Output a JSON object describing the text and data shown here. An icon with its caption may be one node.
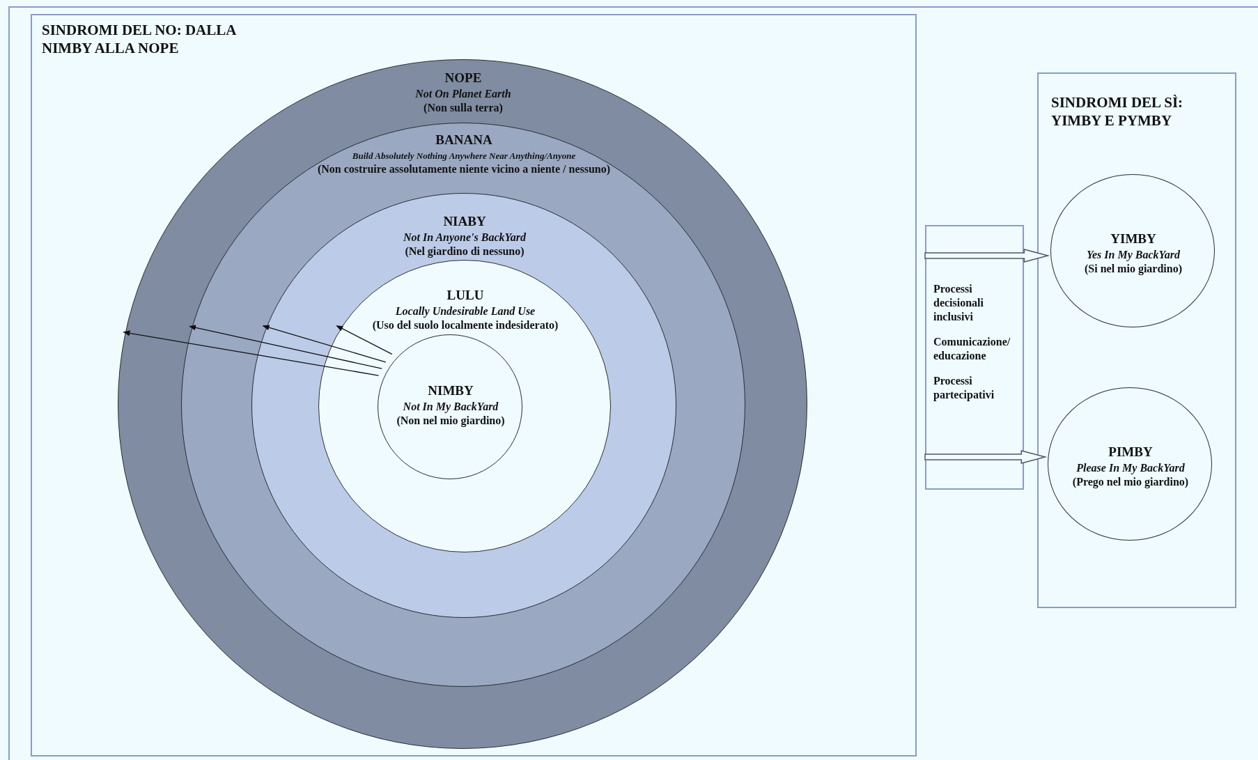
{
  "diagram": {
    "nodes": [
      {
        "text": [
          "SINDROMI DEL NO: DALLA NIMBY ALLA NOPE"
        ]
      },
      {
        "text": [
          "NOPE",
          "Not On Planet Earth",
          "(Non sulla terra)"
        ],
        "in": 0
      },
      {
        "text": [
          "BANANA",
          "Build Absolutely Nothing Anywhere Near Anything/Anyone",
          "(Non costruire assolutamente niente vicino a niente / nessuno)"
        ],
        "in": 1
      },
      {
        "text": [
          "NIABY",
          "Not In Anyone's BackYard",
          "(Nel giardino di nessuno)"
        ],
        "in": 2
      },
      {
        "text": [
          "LULU",
          "Locally Undesirable Land Use",
          "(Uso del suolo localmente indesiderato)"
        ],
        "in": 3
      },
      {
        "text": [
          "NIMBY",
          "Not In My BackYard",
          "(Non nel mio giardino)"
        ],
        "in": 4
      },
      {
        "text": [
          "Processi decisionali inclusivi",
          "Comunicazione/ educazione",
          "Processi partecipativi"
        ]
      },
      {
        "text": [
          "SINDROMI DEL SÌ: YIMBY E PYMBY"
        ]
      },
      {
        "text": [
          "YIMBY",
          "Yes In My BackYard",
          "(Si nel mio giardino)"
        ],
        "in": 7
      },
      {
        "text": [
          "PIMBY",
          "Please In My BackYard",
          "(Prego nel mio giardino)"
        ],
        "in": 7
      }
    ],
    "edges": [
      {
        "from": 5,
        "to": 4,
        "arrow": "to"
      },
      {
        "from": 5,
        "to": 3,
        "arrow": "to"
      },
      {
        "from": 5,
        "to": 2,
        "arrow": "to"
      },
      {
        "from": 5,
        "to": 1,
        "arrow": "to"
      },
      {
        "from": 6,
        "to": 8,
        "arrow": "to",
        "style": "thick"
      },
      {
        "from": 6,
        "to": 9,
        "arrow": "to",
        "style": "thick"
      }
    ]
  }
}
